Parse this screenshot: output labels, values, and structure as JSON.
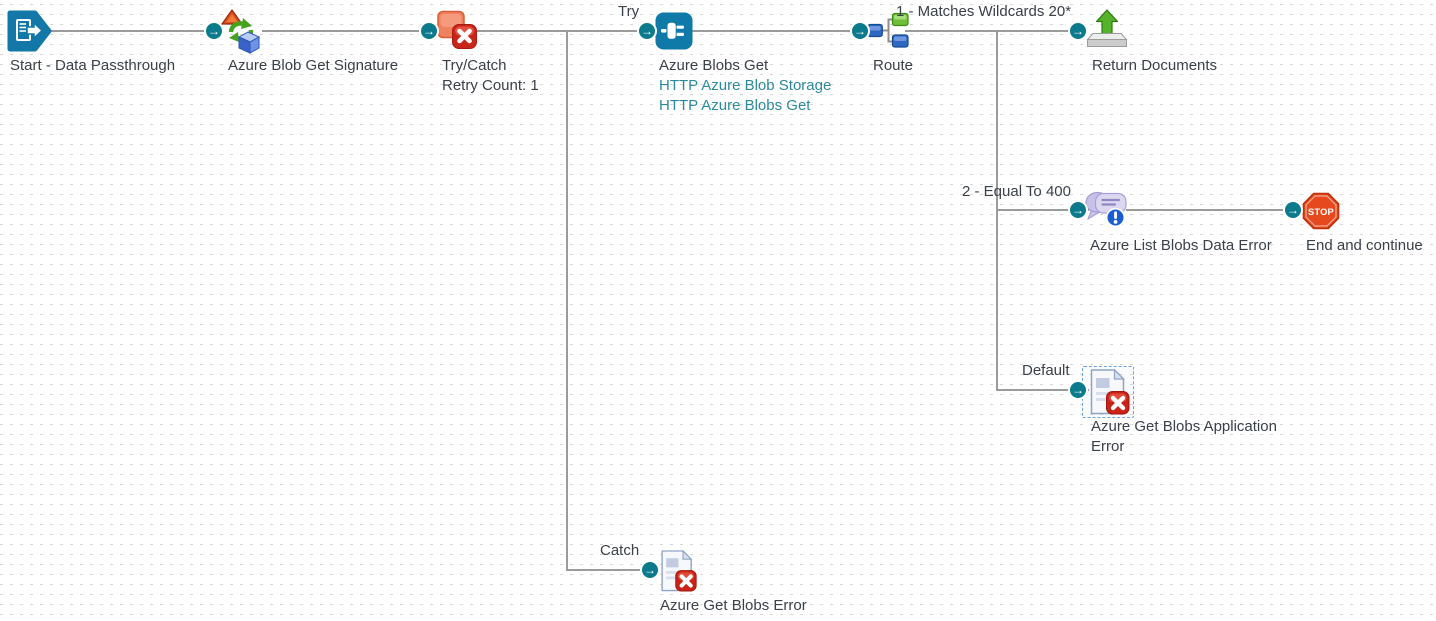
{
  "canvas": {
    "line_color": "#9b9b9b",
    "accent_teal": "#0c7a8d",
    "link_color": "#2b8a99",
    "label_color": "#3b4149",
    "selection_color": "#6ea3d6",
    "stop_red": "#e5491d"
  },
  "icons": {
    "flow_arrow_glyph": "→"
  },
  "branches": {
    "try": "Try",
    "catch": "Catch",
    "route_1": "1 - Matches Wildcards 20*",
    "route_2": "2 - Equal To 400",
    "route_default": "Default"
  },
  "nodes": {
    "start": {
      "label": "Start - Data Passthrough"
    },
    "map": {
      "label": "Azure Blob Get Signature"
    },
    "trycatch": {
      "label": "Try/Catch",
      "sublabel": "Retry Count: 1"
    },
    "connector": {
      "label": "Azure Blobs Get",
      "connection_link": "HTTP Azure Blob Storage",
      "operation_link": "HTTP Azure Blobs Get"
    },
    "route": {
      "label": "Route"
    },
    "return_documents": {
      "label": "Return Documents"
    },
    "notify": {
      "label": "Azure List Blobs Data Error"
    },
    "stop": {
      "label": "End and continue",
      "sign_text": "STOP"
    },
    "exception_default": {
      "label": "Azure Get Blobs Application Error"
    },
    "exception_catch": {
      "label": "Azure Get Blobs Error"
    }
  }
}
